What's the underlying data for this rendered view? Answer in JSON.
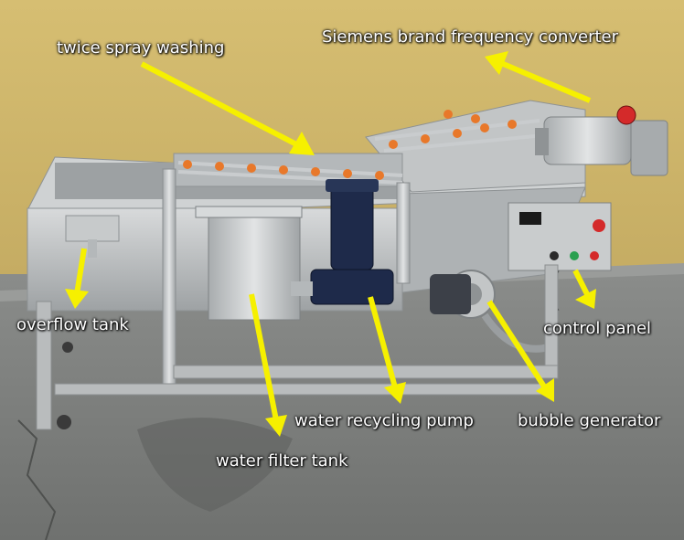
{
  "labels": {
    "spray": "twice spray washing",
    "converter": "Siemens brand frequency converter",
    "overflow": "overflow tank",
    "control": "control panel",
    "pump": "water recycling pump",
    "bubble": "bubble generator",
    "filter": "water filter tank"
  },
  "colors": {
    "arrow": "#f6f000",
    "wall": "#cfb66a",
    "floor": "#7c7e7c",
    "steel": "#b9bcbd",
    "pump_blue": "#1e2a4a",
    "nozzle_orange": "#e8782a",
    "button_red": "#d42a2a"
  }
}
